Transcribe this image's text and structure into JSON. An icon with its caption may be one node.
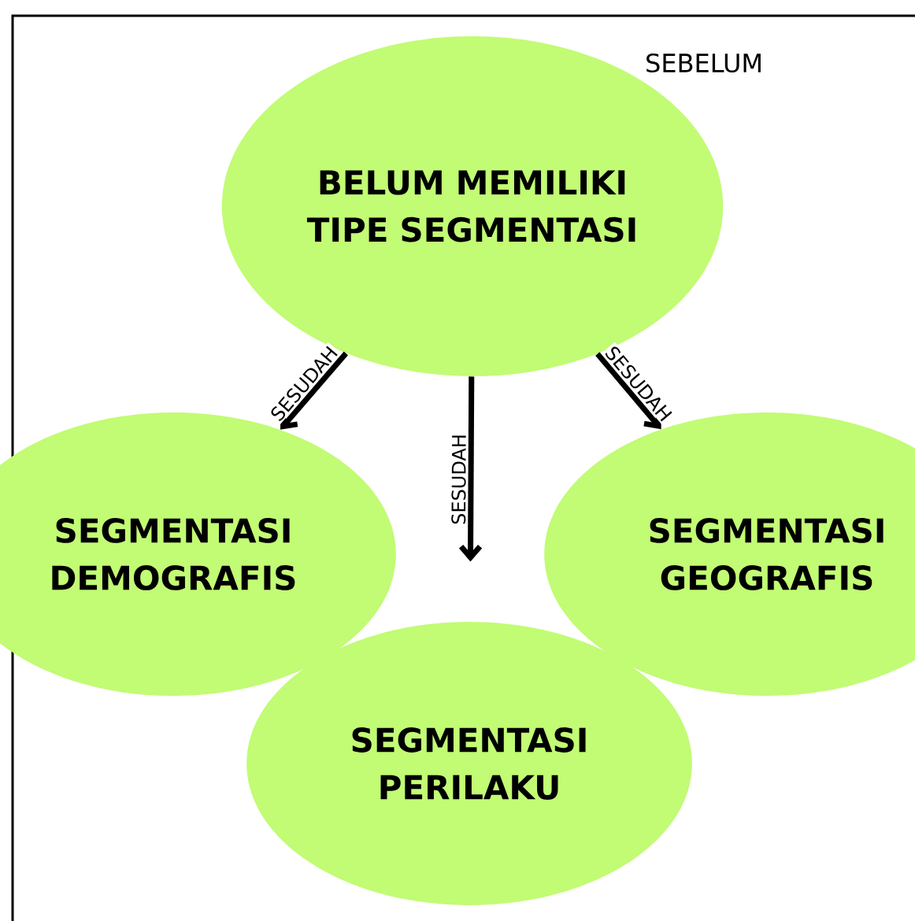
{
  "diagram": {
    "nodes": [
      {
        "text": [
          "BELUM MEMILIKI TIPE SEGMENTASI"
        ]
      },
      {
        "text": [
          "SEGMENTASI DEMOGRAFIS"
        ]
      },
      {
        "text": [
          "SEGMENTASI GEOGRAFIS"
        ]
      },
      {
        "text": [
          "SEGMENTASI PERILAKU"
        ]
      }
    ],
    "edges": [
      {
        "from": 0,
        "to": 1,
        "arrow": "to",
        "label": "SESUDAH"
      },
      {
        "from": 0,
        "to": 3,
        "arrow": "to",
        "label": "SESUDAH"
      },
      {
        "from": 0,
        "to": 2,
        "arrow": "to",
        "label": "SESUDAH"
      }
    ],
    "labels": [
      "SEBELUM"
    ]
  }
}
